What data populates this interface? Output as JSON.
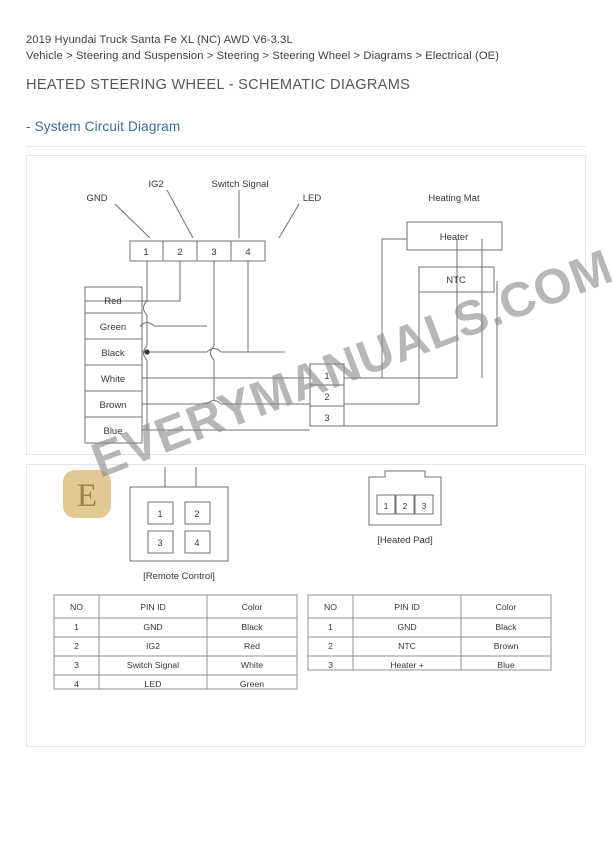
{
  "header": {
    "vehicle": "2019 Hyundai Truck Santa Fe XL (NC) AWD V6-3.3L",
    "breadcrumb": "Vehicle > Steering and Suspension > Steering > Steering Wheel > Diagrams > Electrical (OE)",
    "doc_title": "HEATED STEERING WHEEL - SCHEMATIC DIAGRAMS",
    "section_title": "- System Circuit Diagram"
  },
  "colors": {
    "heading_blue": "#41699e",
    "text": "#3b4045",
    "line": "#6e7275",
    "panel_border": "#e3e5e7",
    "watermark_text": "#8c8c8c",
    "watermark_logo": "#dfc48a"
  },
  "circuit": {
    "signal_labels": {
      "gnd": "GND",
      "ig2": "IG2",
      "switch_signal": "Switch Signal",
      "led": "LED"
    },
    "connector_top_pins": [
      "1",
      "2",
      "3",
      "4"
    ],
    "wire_boxes": [
      "Red",
      "Green",
      "Black",
      "White",
      "Brown",
      "Blue"
    ],
    "heating_mat": {
      "title": "Heating Mat",
      "heater": "Heater",
      "ntc": "NTC"
    },
    "connector_mid_pins": [
      "1",
      "2",
      "3"
    ]
  },
  "connectors": {
    "remote_control": {
      "caption": "[Remote Control]",
      "pins": [
        "1",
        "2",
        "3",
        "4"
      ]
    },
    "heated_pad": {
      "caption": "[Heated Pad]",
      "pins": [
        "1",
        "2",
        "3"
      ]
    }
  },
  "tables": {
    "remote_control": {
      "headers": [
        "NO",
        "PIN ID",
        "Color"
      ],
      "rows": [
        [
          "1",
          "GND",
          "Black"
        ],
        [
          "2",
          "IG2",
          "Red"
        ],
        [
          "3",
          "Switch Signal",
          "White"
        ],
        [
          "4",
          "LED",
          "Green"
        ]
      ]
    },
    "heated_pad": {
      "headers": [
        "NO",
        "PIN ID",
        "Color"
      ],
      "rows": [
        [
          "1",
          "GND",
          "Black"
        ],
        [
          "2",
          "NTC",
          "Brown"
        ],
        [
          "3",
          "Heater +",
          "Blue"
        ]
      ]
    }
  },
  "watermark": {
    "text": "EVERYMANUALS.COM",
    "logo_letter": "E"
  }
}
